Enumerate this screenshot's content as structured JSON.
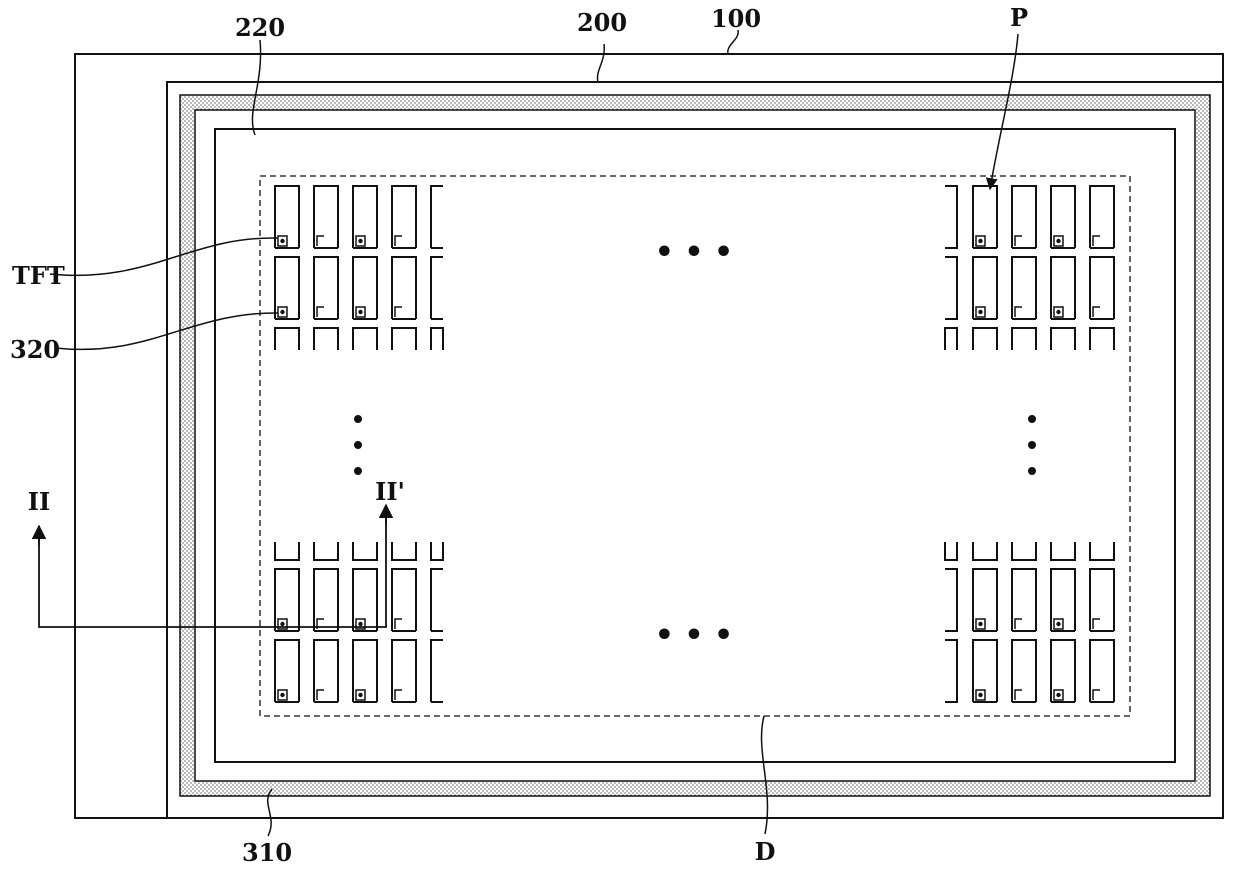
{
  "labels": {
    "substrate": "100",
    "encapsulation": "200",
    "inner_region": "220",
    "pixel": "P",
    "thin_film_transistor": "TFT",
    "electrode": "320",
    "section_start": "II",
    "section_end": "II'",
    "sealant": "310",
    "display_area": "D"
  },
  "colors": {
    "line": "#111111",
    "sealant_fill": "#b8b8b8",
    "background": "#ffffff"
  },
  "pixel_array": {
    "ellipsis": "• • •"
  }
}
